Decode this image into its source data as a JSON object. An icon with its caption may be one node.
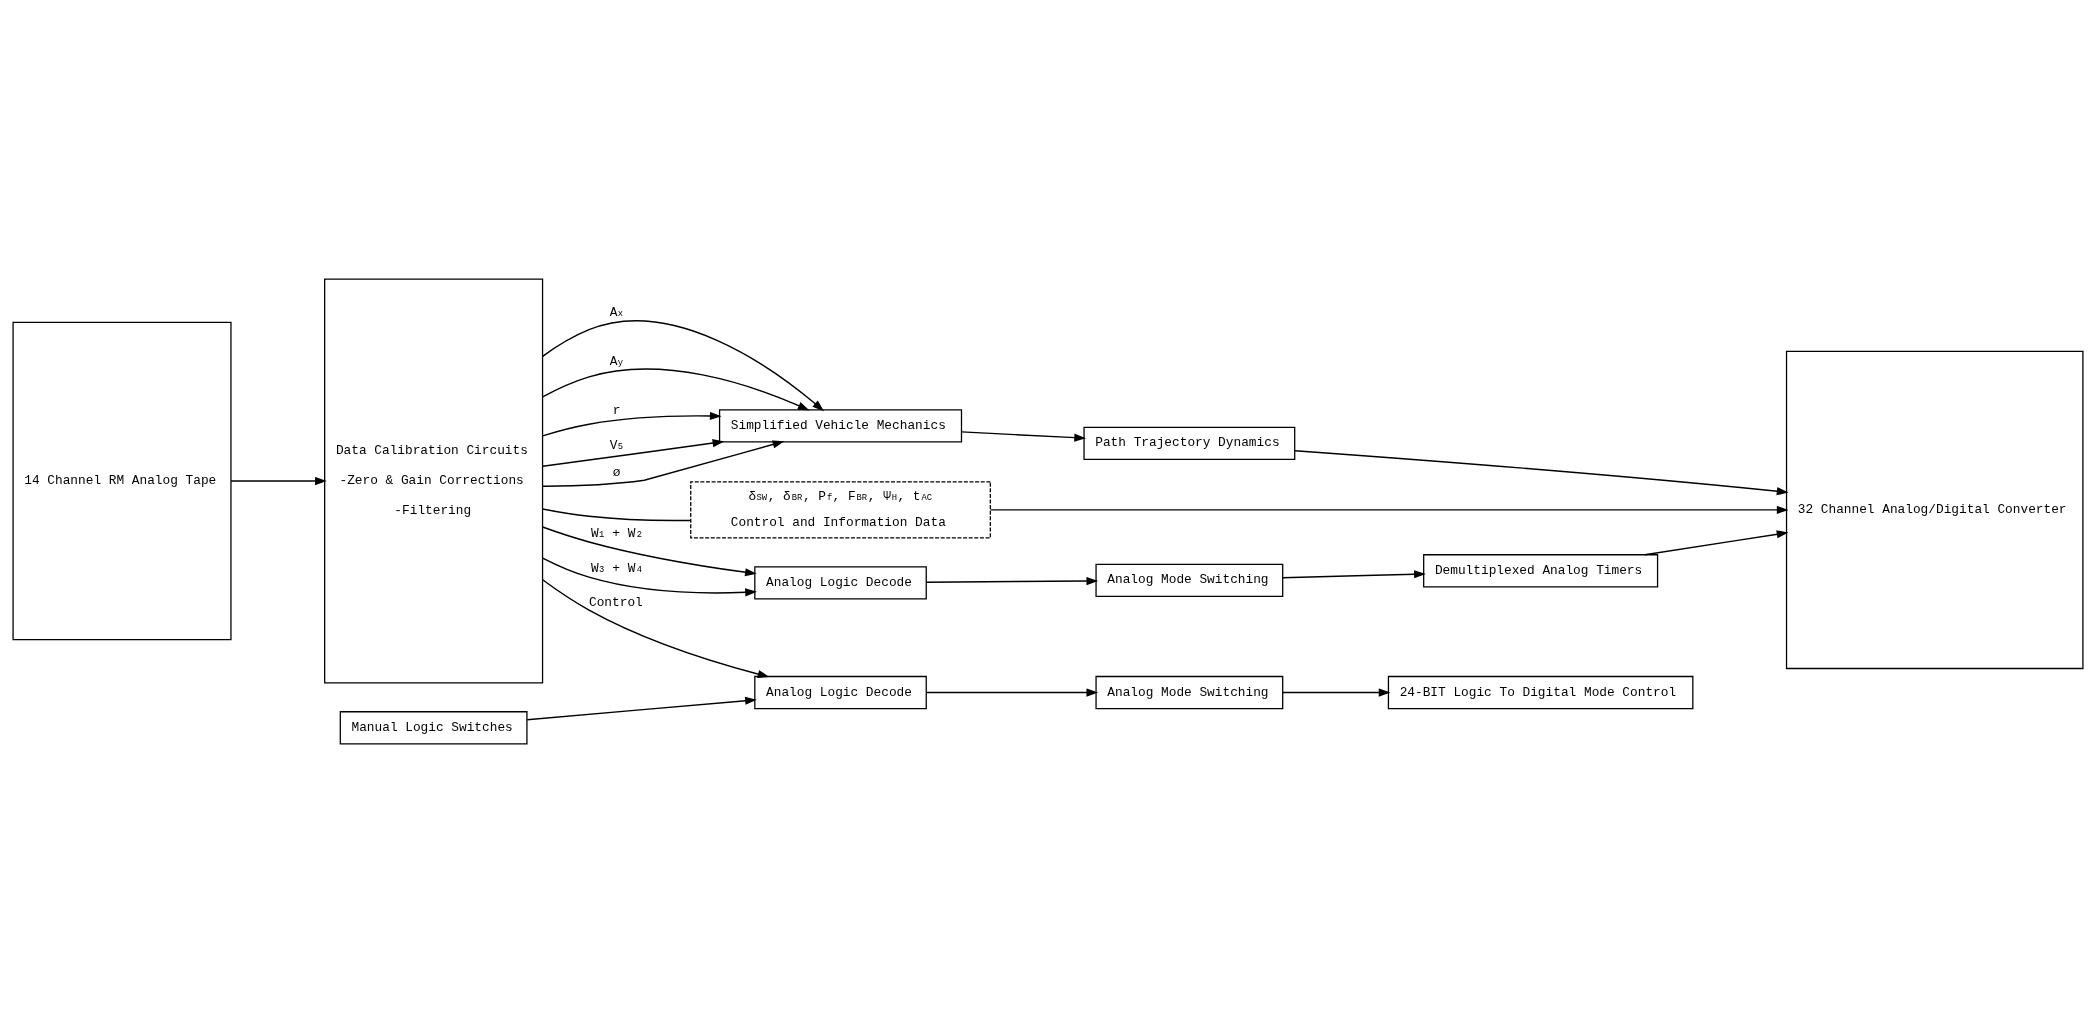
{
  "diagram": {
    "nodes": [
      {
        "text": [
          "14 Channel RM Analog Tape"
        ]
      },
      {
        "text": [
          "Data Calibration Circuits",
          "-Zero & Gain Corrections",
          "-Filtering"
        ]
      },
      {
        "text": [
          "Simplified Vehicle Mechanics"
        ]
      },
      {
        "text": [
          "Path Trajectory Dynamics"
        ]
      },
      {
        "text": [
          "32 Channel Analog/Digital Converter"
        ]
      },
      {
        "text": [
          "δ$_{SW}$, δ$_{BR}$, P$_{f}$, F$_{BR}$, Ψ$_{H}$, t$_{AC}$",
          "Control and Information Data"
        ]
      },
      {
        "text": [
          "Analog Logic Decode"
        ]
      },
      {
        "text": [
          "Analog Mode Switching"
        ]
      },
      {
        "text": [
          "Demultiplexed Analog Timers"
        ]
      },
      {
        "text": [
          "Analog Logic Decode"
        ]
      },
      {
        "text": [
          "Analog Mode Switching"
        ]
      },
      {
        "text": [
          "24-BIT Logic To Digital Mode Control"
        ]
      },
      {
        "text": [
          "Manual Logic Switches"
        ]
      }
    ],
    "edges": [
      {
        "from": 0,
        "to": 1,
        "arrow": "to"
      },
      {
        "from": 1,
        "to": 2,
        "arrow": "to",
        "label": "A$_{x}$"
      },
      {
        "from": 1,
        "to": 2,
        "arrow": "to",
        "label": "A$_{y}$"
      },
      {
        "from": 1,
        "to": 2,
        "arrow": "to",
        "label": "r"
      },
      {
        "from": 1,
        "to": 2,
        "arrow": "to",
        "label": "V$_{5}$"
      },
      {
        "from": 1,
        "to": 2,
        "arrow": "to",
        "label": "ø"
      },
      {
        "from": 2,
        "to": 3,
        "arrow": "to"
      },
      {
        "from": 3,
        "to": 4,
        "arrow": "to"
      },
      {
        "from": 1,
        "to": 5,
        "arrow": "none"
      },
      {
        "from": 5,
        "to": 4,
        "arrow": "to"
      },
      {
        "from": 1,
        "to": 6,
        "arrow": "to",
        "label": "W$_{1}$ + W$_{2}$"
      },
      {
        "from": 1,
        "to": 6,
        "arrow": "to",
        "label": "W$_{3}$ + W$_{4}$"
      },
      {
        "from": 6,
        "to": 7,
        "arrow": "to"
      },
      {
        "from": 7,
        "to": 8,
        "arrow": "to"
      },
      {
        "from": 8,
        "to": 4,
        "arrow": "to"
      },
      {
        "from": 1,
        "to": 9,
        "arrow": "to",
        "label": "Control"
      },
      {
        "from": 9,
        "to": 10,
        "arrow": "to"
      },
      {
        "from": 10,
        "to": 11,
        "arrow": "to"
      },
      {
        "from": 12,
        "to": 9,
        "arrow": "to"
      }
    ]
  }
}
